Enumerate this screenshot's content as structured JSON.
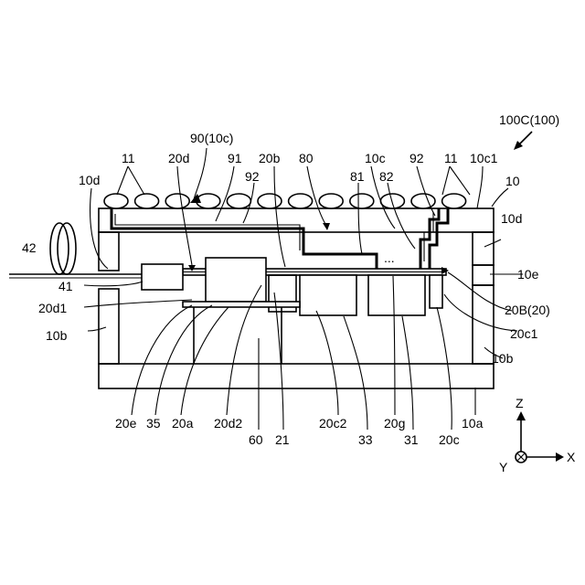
{
  "figure": {
    "labels": {
      "title": "100C(100)",
      "l90": "90(10c)",
      "l11a": "11",
      "l20d": "20d",
      "l91": "91",
      "l92a": "92",
      "l20b": "20b",
      "l80": "80",
      "l81": "81",
      "l10c": "10c",
      "l82": "82",
      "l92b": "92",
      "l11b": "11",
      "l10c1": "10c1",
      "l10": "10",
      "l10dL": "10d",
      "l10dR": "10d",
      "l42": "42",
      "l41": "41",
      "l20d1": "20d1",
      "l10bL": "10b",
      "l10e": "10e",
      "l20B": "20B(20)",
      "l20c1": "20c1",
      "l10bR": "10b",
      "dots": "...",
      "b20e": "20e",
      "b35": "35",
      "b20a": "20a",
      "b20d2": "20d2",
      "b20c2": "20c2",
      "b20g": "20g",
      "b10a": "10a",
      "b60": "60",
      "b21": "21",
      "b33": "33",
      "b31": "31",
      "b20c": "20c"
    },
    "axes": {
      "z": "Z",
      "x": "X",
      "y": "Y"
    }
  }
}
